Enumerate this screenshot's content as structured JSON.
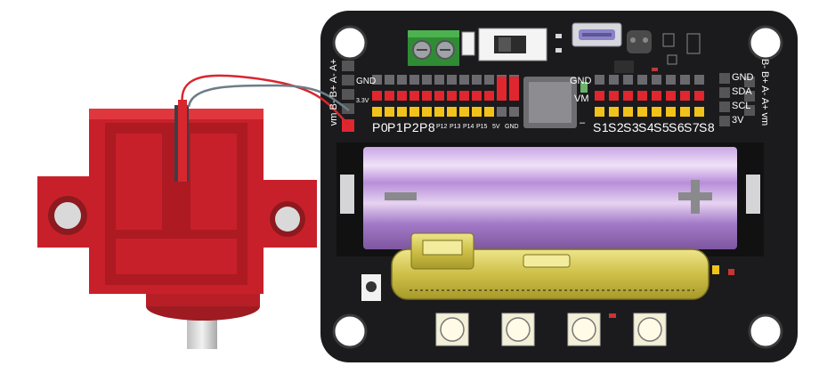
{
  "motor_connector": {
    "label": "vm B- B+ A- A+"
  },
  "left_header": {
    "row_labels": [
      "GND",
      "3.3V"
    ],
    "pin_labels": [
      "P0",
      "P1",
      "P2",
      "P8",
      "P12",
      "P13",
      "P14",
      "P15",
      "5V",
      "GND"
    ]
  },
  "center_labels": {
    "gnd": "GND",
    "vm": "VM",
    "minus": "–"
  },
  "servo_header": {
    "pin_labels": [
      "S1",
      "S2",
      "S3",
      "S4",
      "S5",
      "S6",
      "S7",
      "S8"
    ]
  },
  "i2c_connector": {
    "row_labels": [
      "GND",
      "SDA",
      "SCL",
      "3V"
    ],
    "side_label": "B- B+ A- A+ vm"
  },
  "colors": {
    "board": "#1b1b1d",
    "motor_red": "#c8202a",
    "header_red": "#e0262e",
    "header_yellow": "#f2c21a",
    "header_gray": "#6a6a6e",
    "battery_purple": "#b58fd8",
    "terminal_green": "#3a9a3c",
    "microbit_gold": "#d9cf5a"
  },
  "icons": [
    "screw-hole-icon",
    "dc-motor-icon",
    "usb-port-icon",
    "push-button-icon",
    "battery-icon"
  ]
}
